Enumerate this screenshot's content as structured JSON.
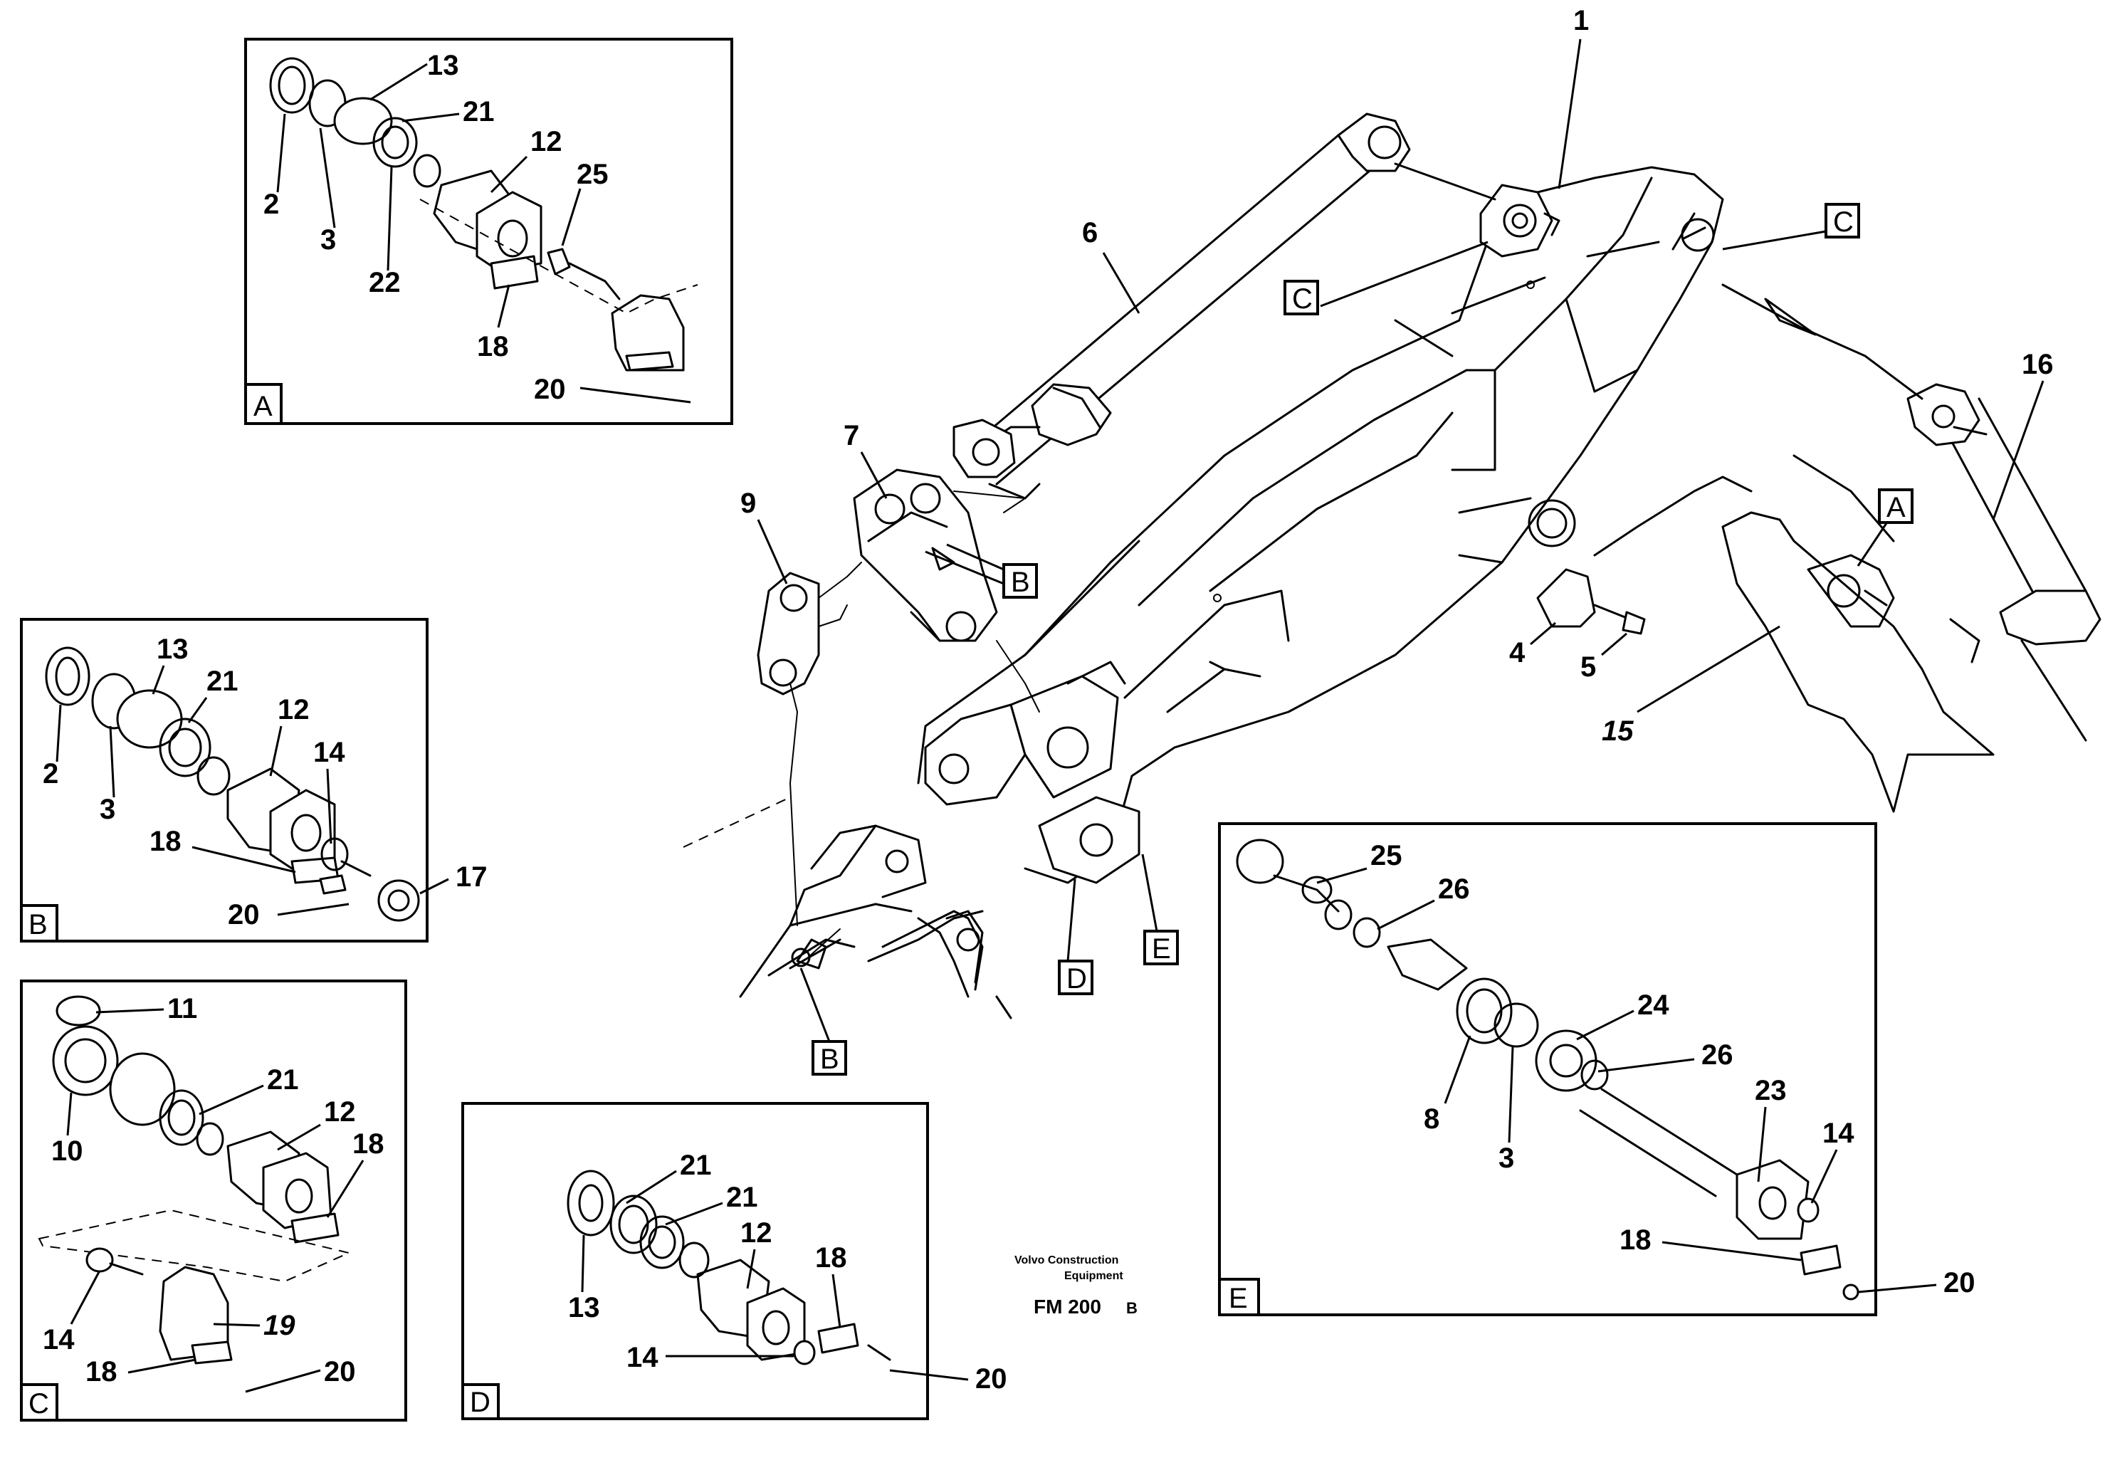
{
  "caption": {
    "company_line1": "Volvo Construction",
    "company_line2": "Equipment",
    "code": "FM 200",
    "code_suffix": "B"
  },
  "insets": {
    "A": {
      "letter": "A",
      "labels": [
        "13",
        "21",
        "2",
        "3",
        "22",
        "12",
        "25",
        "18",
        "20"
      ]
    },
    "B": {
      "letter": "B",
      "labels": [
        "13",
        "21",
        "12",
        "14",
        "2",
        "3",
        "18",
        "17",
        "20"
      ]
    },
    "C": {
      "letter": "C",
      "labels": [
        "11",
        "21",
        "12",
        "10",
        "18",
        "14",
        "19",
        "18",
        "20"
      ]
    },
    "D": {
      "letter": "D",
      "labels": [
        "21",
        "21",
        "12",
        "18",
        "13",
        "14",
        "20"
      ]
    },
    "E": {
      "letter": "E",
      "labels": [
        "25",
        "26",
        "24",
        "26",
        "8",
        "3",
        "23",
        "14",
        "18",
        "20"
      ]
    }
  },
  "main": {
    "labels": [
      "1",
      "6",
      "16",
      "7",
      "9",
      "4",
      "5",
      "15"
    ],
    "callouts": [
      "C",
      "C",
      "A",
      "B",
      "B",
      "D",
      "E"
    ]
  }
}
